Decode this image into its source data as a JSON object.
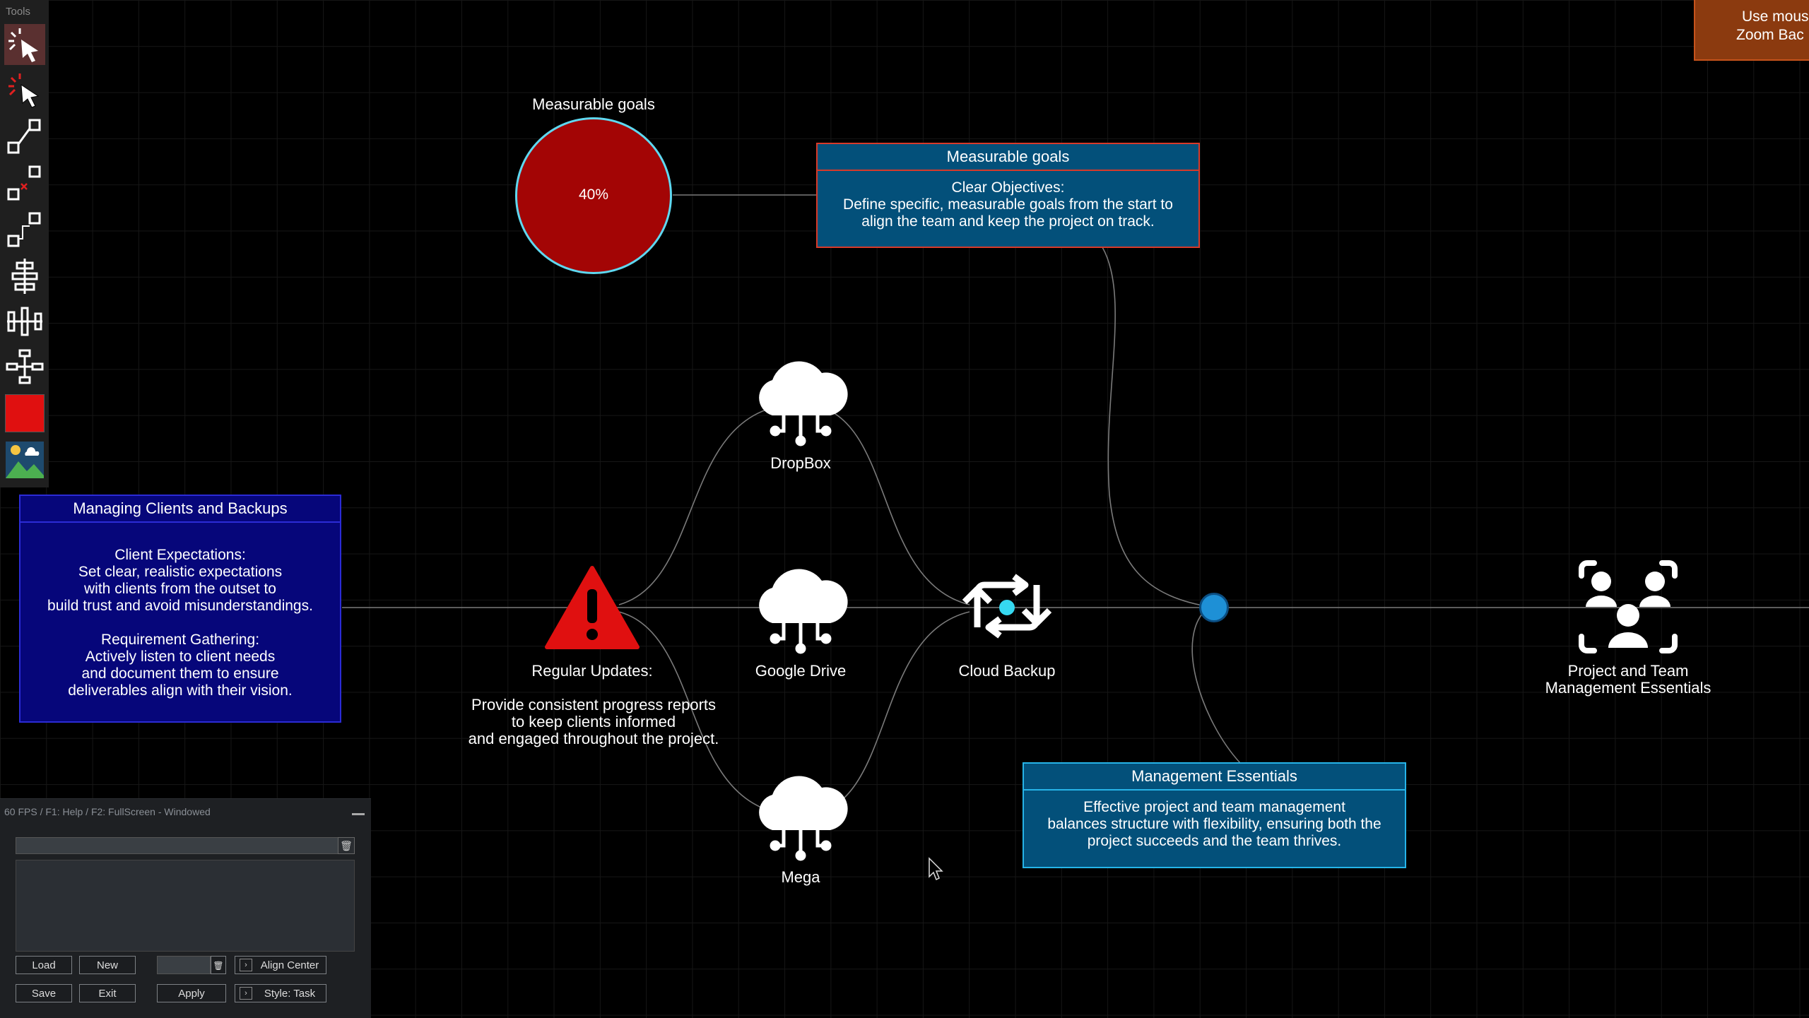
{
  "toolbox": {
    "title": "Tools",
    "tools": [
      {
        "icon": "select-cursor-icon"
      },
      {
        "icon": "multi-select-cursor-icon"
      },
      {
        "icon": "connect-nodes-icon"
      },
      {
        "icon": "disconnect-nodes-icon"
      },
      {
        "icon": "reroute-link-icon"
      },
      {
        "icon": "align-vertical-icon"
      },
      {
        "icon": "distribute-horizontal-icon"
      },
      {
        "icon": "tree-layout-icon"
      },
      {
        "icon": "color-swatch-icon",
        "color": "#e01010"
      },
      {
        "icon": "image-icon"
      }
    ]
  },
  "help": {
    "line1": "Use mous",
    "line2": "Zoom Bac"
  },
  "nodes": {
    "progress": {
      "title": "Measurable goals",
      "value_text": "40%",
      "percent": 40,
      "fill": "#a30505",
      "ring": "#5fd8f0"
    },
    "goals_box": {
      "title": "Measurable goals",
      "body": "Clear Objectives:\nDefine specific, measurable goals from the start to\nalign the team and keep the project on track."
    },
    "clients_box": {
      "title": "Managing Clients and Backups",
      "body": "Client Expectations:\nSet clear, realistic expectations\nwith clients from the outset to\nbuild trust and avoid misunderstandings.\n\nRequirement Gathering:\nActively listen to client needs\nand document them to ensure\ndeliverables align with their vision."
    },
    "warning": {
      "title": "Regular Updates:",
      "body": "Provide consistent progress reports\nto keep clients informed\nand engaged throughout the project.",
      "icon": "warning-icon"
    },
    "dropbox": {
      "label": "DropBox",
      "icon": "cloud-icon"
    },
    "google_drive": {
      "label": "Google Drive",
      "icon": "cloud-icon"
    },
    "mega": {
      "label": "Mega",
      "icon": "cloud-icon"
    },
    "cloud_backup": {
      "label": "Cloud Backup",
      "icon": "sync-icon"
    },
    "team": {
      "label": "Project and Team\nManagement Essentials",
      "icon": "team-icon"
    },
    "mgmt_box": {
      "title": "Management Essentials",
      "body": "Effective project and team management\nbalances structure with flexibility, ensuring both the\nproject succeeds and the team thrives."
    }
  },
  "panel": {
    "status": "60 FPS / F1: Help / F2: FullScreen - Windowed",
    "buttons": {
      "load": "Load",
      "new": "New",
      "save": "Save",
      "exit": "Exit",
      "apply": "Apply",
      "align": "Align Center",
      "style": "Style: Task"
    }
  },
  "colors": {
    "box_blue": "#03507a",
    "box_navy": "#06067a",
    "red_border": "#d83a2a",
    "cyan_border": "#26b4e8",
    "wire": "#8a8a8a"
  }
}
